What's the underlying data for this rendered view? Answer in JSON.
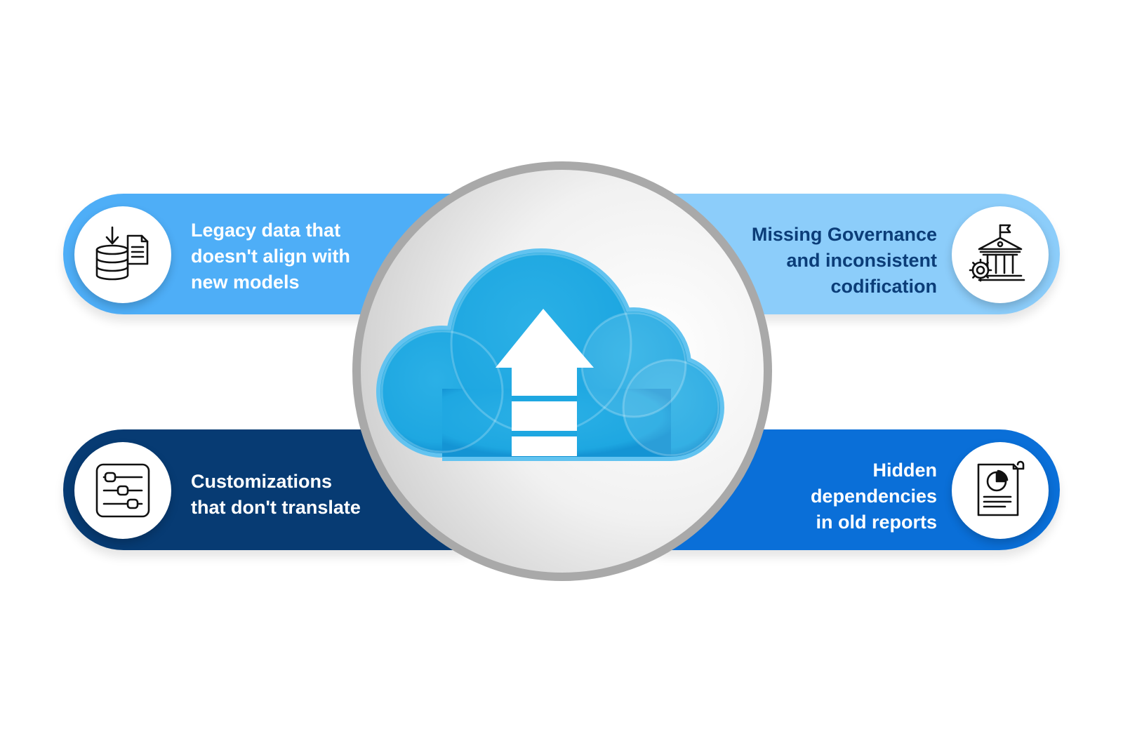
{
  "items": {
    "top_left": {
      "label": "Legacy data that\ndoesn't align with\nnew models",
      "icon": "database-document-icon",
      "color": "#4eaef7"
    },
    "top_right": {
      "label": "Missing Governance\nand inconsistent\ncodification",
      "icon": "government-building-gear-icon",
      "color": "#8ccdfa"
    },
    "bottom_left": {
      "label": "Customizations\nthat don't translate",
      "icon": "sliders-settings-icon",
      "color": "#073b73"
    },
    "bottom_right": {
      "label": "Hidden\ndependencies\nin old reports",
      "icon": "pie-chart-report-icon",
      "color": "#0a6fd8"
    }
  },
  "center": {
    "icon": "cloud-upload-icon",
    "cloud_color": "#1ea7e1"
  }
}
